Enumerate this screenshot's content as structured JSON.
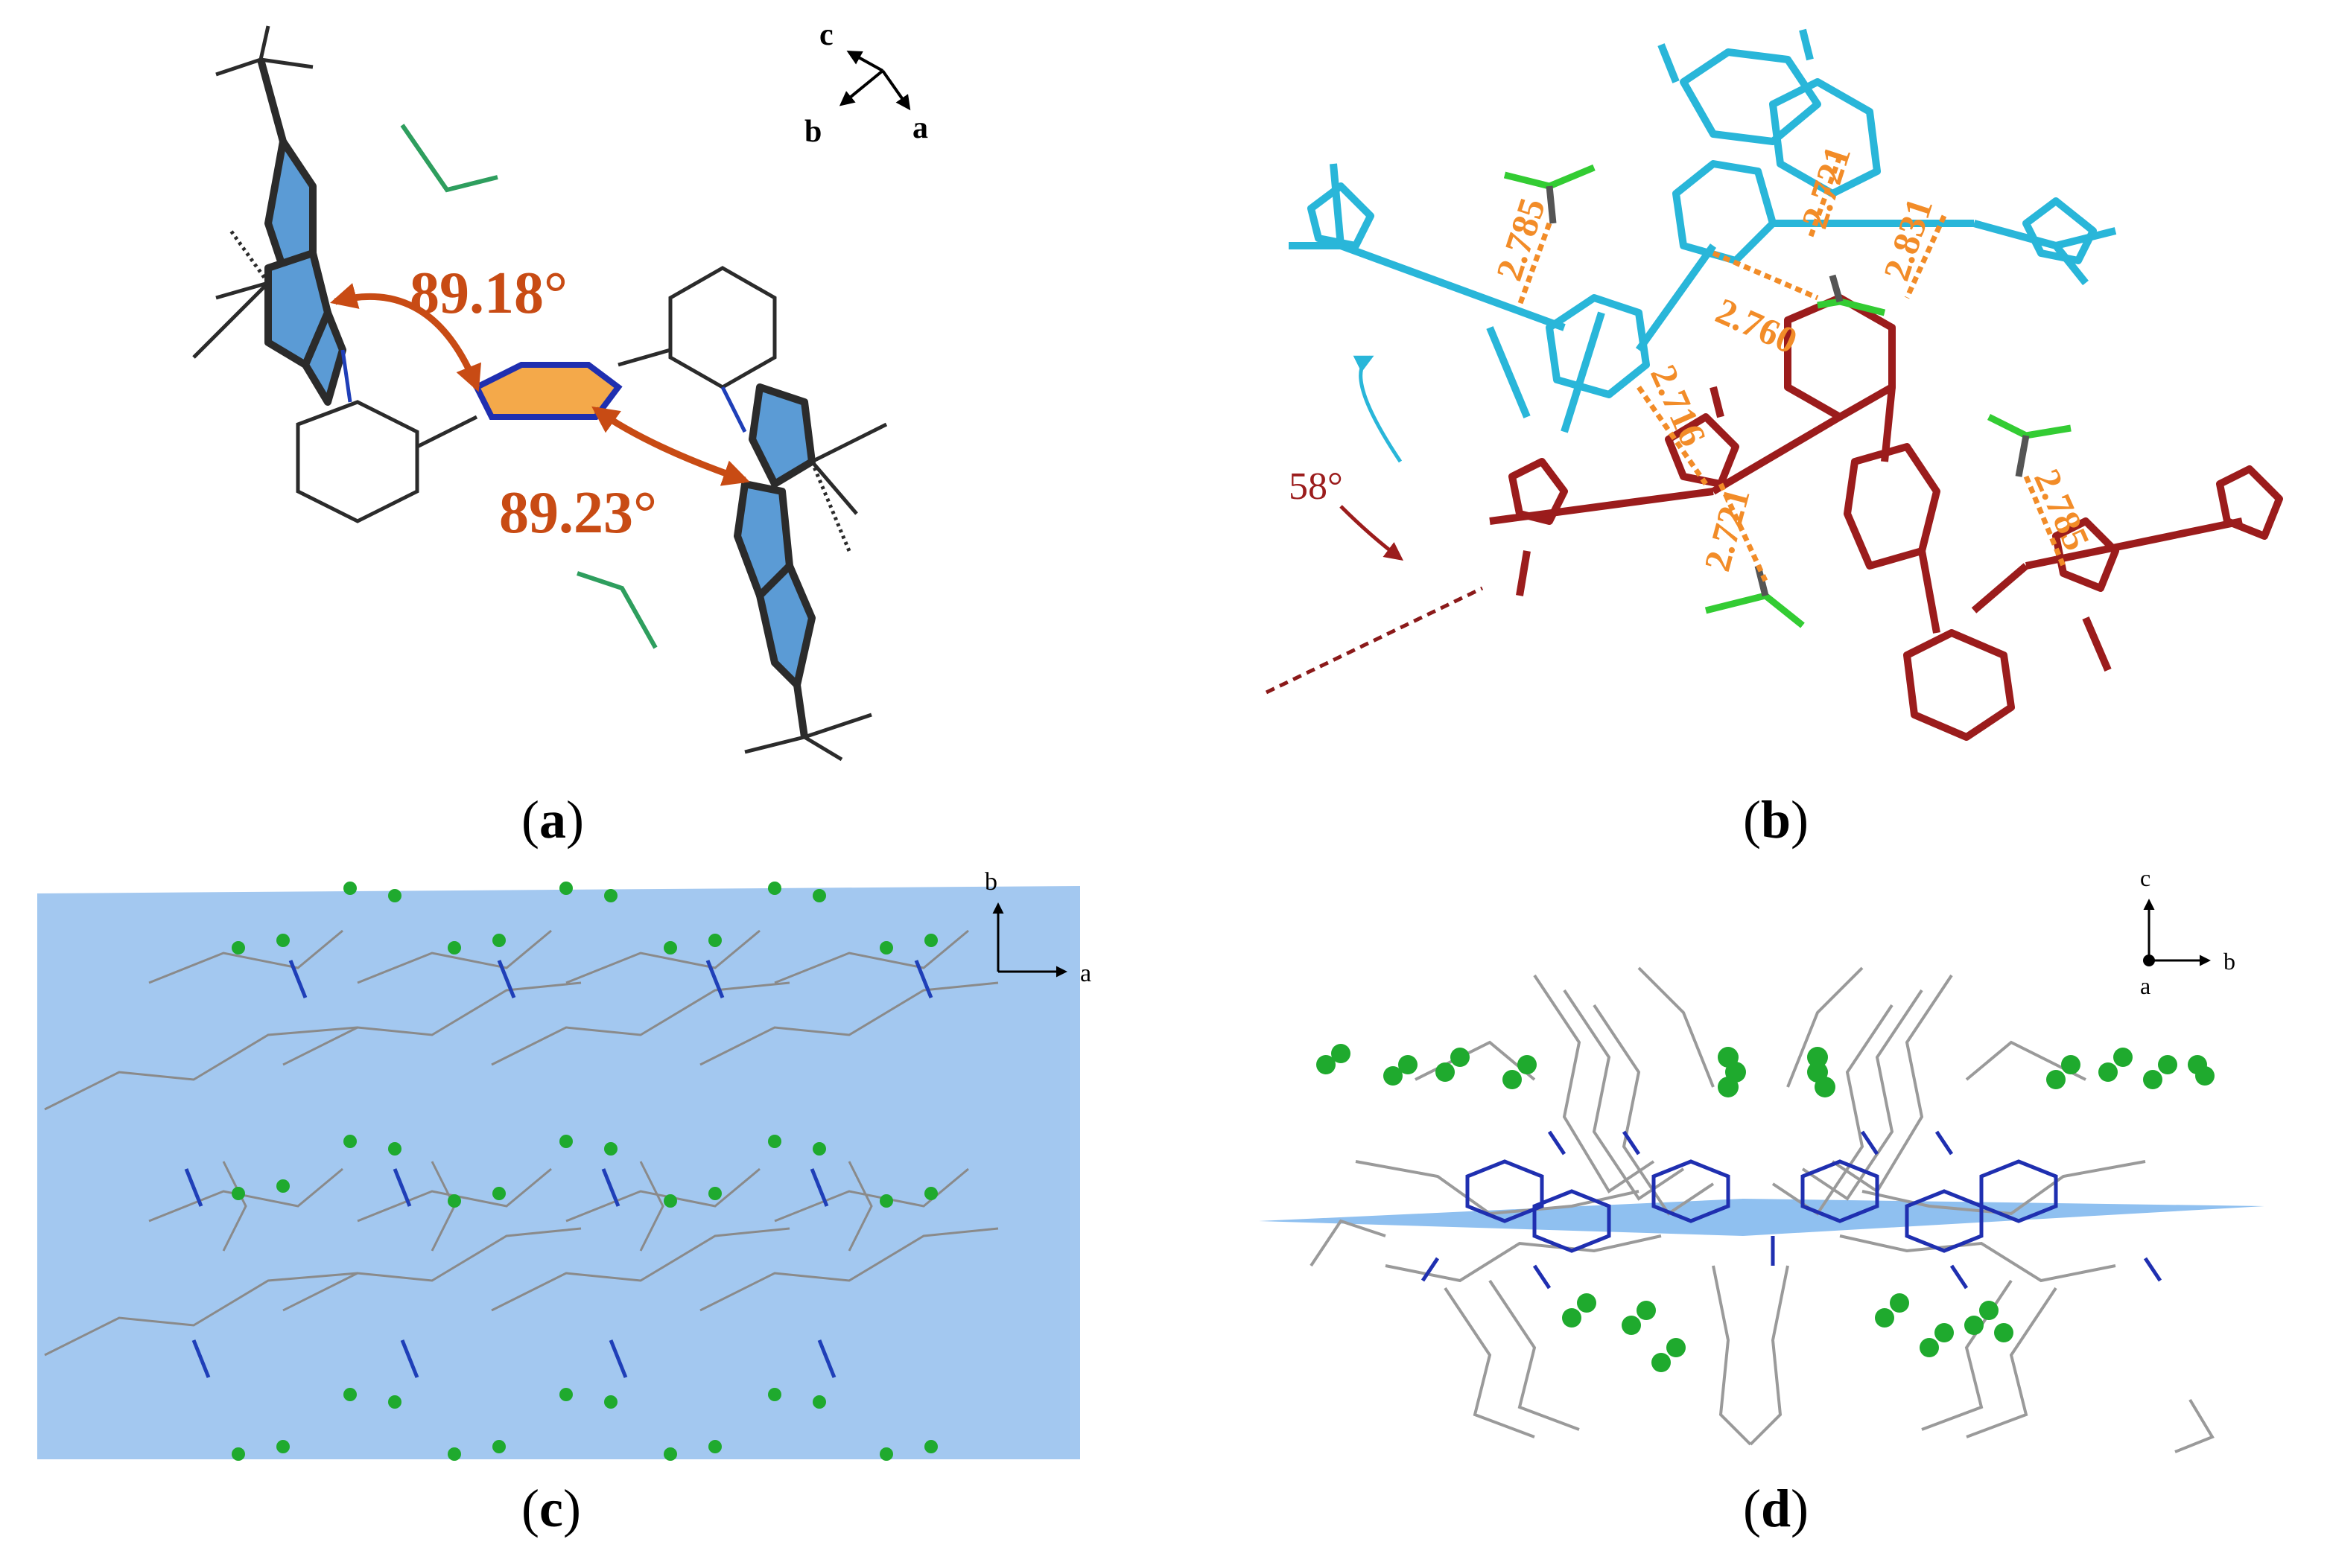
{
  "panels": {
    "a": {
      "caption_open": "(",
      "caption_letter": "a",
      "caption_close": ")",
      "angles": [
        "89.18°",
        "89.23°"
      ],
      "axes": {
        "c": "c",
        "b": "b",
        "a": "a"
      },
      "colors": {
        "aromatic": "#5b9bd5",
        "central_ring": "#f4a94a",
        "arrow": "#c84b14",
        "bond": "#2b2b2b",
        "solvent": "#2e9e5e"
      }
    },
    "b": {
      "caption_open": "(",
      "caption_letter": "b",
      "caption_close": ")",
      "rotation_label": "58°",
      "distances": [
        "2.785",
        "2.721",
        "2.831",
        "2.760",
        "2.716",
        "2.721",
        "2.785"
      ],
      "colors": {
        "upper_molecule": "#29b6d9",
        "lower_molecule": "#9b1c1c",
        "contact": "#f28c28",
        "rotation_arrow": "#29b6d9",
        "dashed_line": "#8b1a1a"
      }
    },
    "c": {
      "caption_open": "(",
      "caption_letter": "c",
      "caption_close": ")",
      "axes": {
        "b": "b",
        "a": "a"
      },
      "colors": {
        "plane": "#a3c8f0",
        "framework": "#8a8a8a",
        "chlorine": "#1faa2e",
        "nitrogen": "#1f3fb8"
      }
    },
    "d": {
      "caption_open": "(",
      "caption_letter": "d",
      "caption_close": ")",
      "axes": {
        "c": "c",
        "b": "b",
        "a": "a"
      },
      "colors": {
        "plane": "#8fc0f0",
        "framework": "#9a9a9a",
        "chlorine": "#1faa2e",
        "nitrogen": "#1f2fb0"
      }
    }
  }
}
